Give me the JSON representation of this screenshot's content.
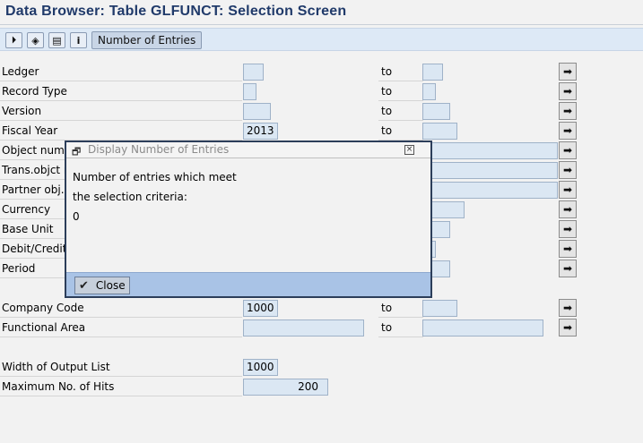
{
  "header": {
    "title": "Data Browser: Table GLFUNCT: Selection Screen"
  },
  "toolbar": {
    "number_of_entries_label": "Number of Entries",
    "icons": [
      "execute-icon",
      "multiple-selection-icon",
      "save-variant-icon",
      "info-icon"
    ]
  },
  "fields": {
    "ledger": {
      "label": "Ledger",
      "to": "to",
      "low": "",
      "high": ""
    },
    "record_type": {
      "label": "Record Type",
      "to": "to",
      "low": "",
      "high": ""
    },
    "version": {
      "label": "Version",
      "to": "to",
      "low": "",
      "high": ""
    },
    "fiscal_year": {
      "label": "Fiscal Year",
      "to": "to",
      "low": "2013",
      "high": ""
    },
    "object_number": {
      "label": "Object number"
    },
    "trans_object": {
      "label": "Trans.objct no."
    },
    "partner_obj": {
      "label": "Partner obj.no."
    },
    "currency": {
      "label": "Currency"
    },
    "base_unit": {
      "label": "Base Unit"
    },
    "debit_credit": {
      "label": "Debit/Credit"
    },
    "period": {
      "label": "Period"
    },
    "company_code": {
      "label": "Company Code",
      "to": "to",
      "low": "1000",
      "high": ""
    },
    "functional_area": {
      "label": "Functional Area",
      "to": "to",
      "low": "",
      "high": ""
    },
    "width_output": {
      "label": "Width of Output List",
      "value": "1000"
    },
    "max_hits": {
      "label": "Maximum No. of Hits",
      "value": "200"
    }
  },
  "dialog": {
    "title": "Display Number of Entries",
    "line1": "Number of entries which meet",
    "line2": "the selection criteria:",
    "count": "0",
    "close_label": "Close"
  },
  "colors": {
    "title": "#203a6a",
    "field_bg": "#dbe7f3",
    "toolbar_bg": "#dde9f6",
    "dialog_footer": "#a9c3e6"
  }
}
